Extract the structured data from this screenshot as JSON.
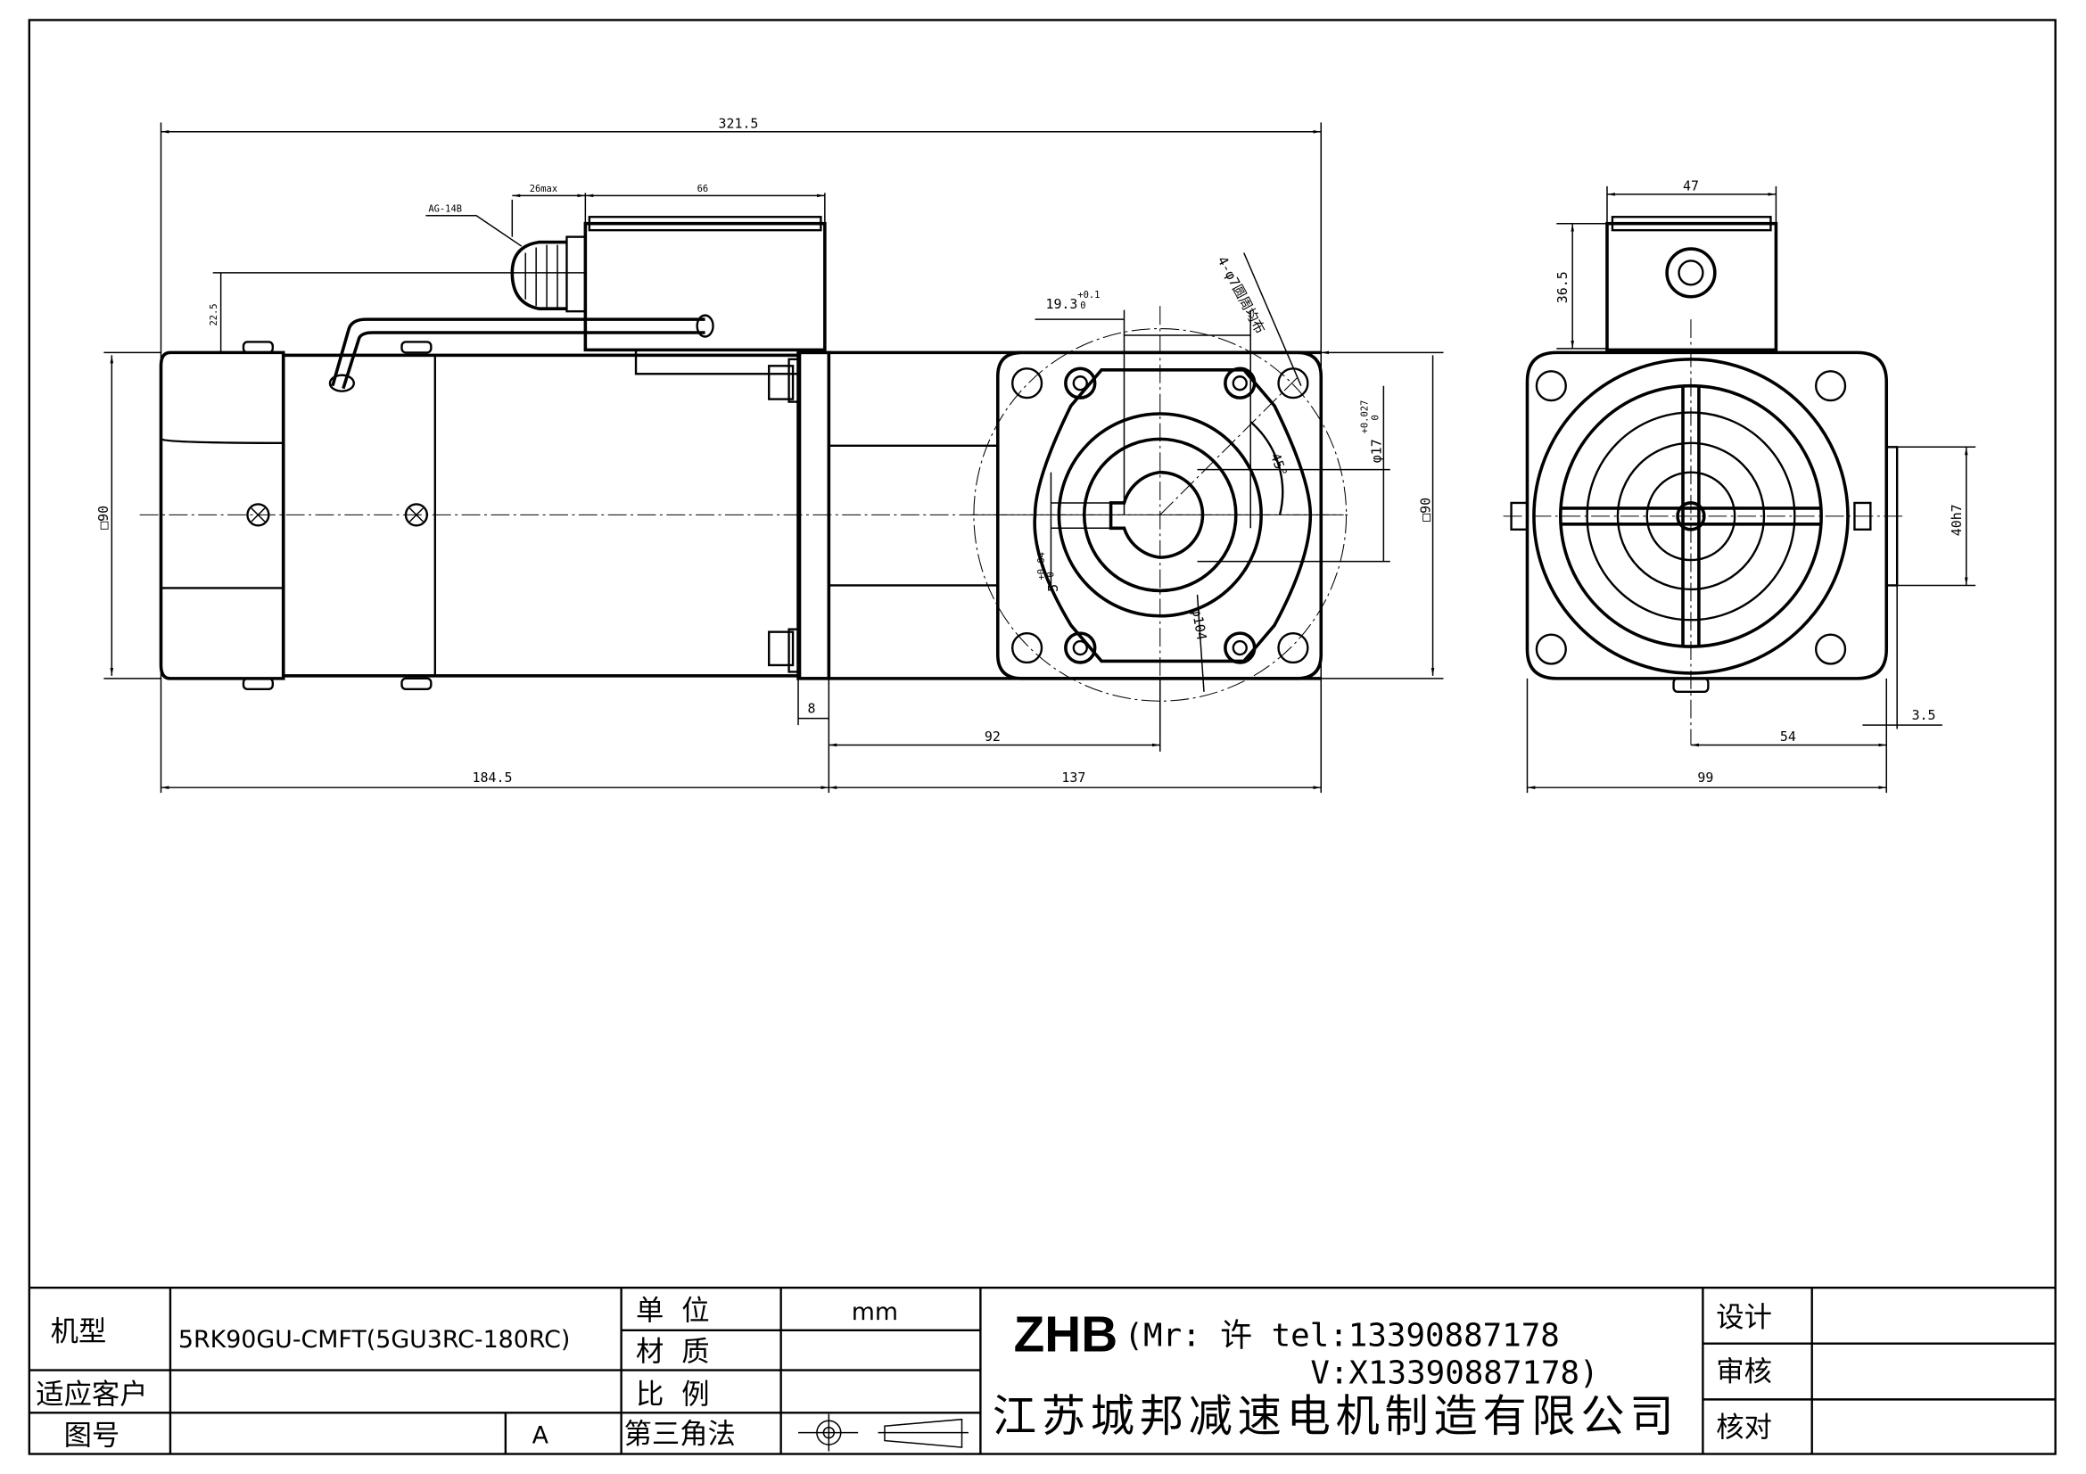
{
  "dimensions": {
    "overall_length": "321.5",
    "gland_max": "26max",
    "box_width": "66",
    "gland_label": "AG-14B",
    "box_offset": "22.5",
    "side_square": "□90",
    "flange_thickness": "8",
    "shaft_offset": "92",
    "motor_length": "184.5",
    "gearbox_length": "137",
    "keyway_depth": "19.3",
    "keyway_depth_tol_upper": "+0.1",
    "keyway_depth_tol_lower": "0",
    "mounting_holes": "4-φ7圆周均布",
    "bore_diameter": "φ17",
    "bore_tol_upper": "+0.027",
    "bore_tol_lower": "0",
    "hole_angle": "45°",
    "front_square": "□90",
    "key_width": "5",
    "key_tol_upper": "+0.04",
    "key_tol_lower": "0",
    "pcd": "φ104",
    "rear_box_width": "47",
    "rear_box_height": "36.5",
    "pilot": "40h7",
    "pilot_depth": "3.5",
    "rear_offset": "54",
    "rear_width": "99"
  },
  "title_block": {
    "model_label": "机型",
    "model_value": "5RK90GU-CMFT(5GU3RC-180RC)",
    "customer_label": "适应客户",
    "customer_value": "",
    "drawing_no_label": "图号",
    "drawing_no_value": "",
    "revision": "A",
    "unit_label": "单  位",
    "unit_value": "mm",
    "material_label": "材  质",
    "material_value": "",
    "scale_label": "比  例",
    "scale_value": "",
    "projection_label": "第三角法",
    "brand": "ZHB",
    "contact_line1": "(Mr: 许 tel:13390887178",
    "contact_line2": "V:X13390887178)",
    "company": "江苏城邦减速电机制造有限公司",
    "design_label": "设计",
    "review_label": "审核",
    "check_label": "核对"
  }
}
